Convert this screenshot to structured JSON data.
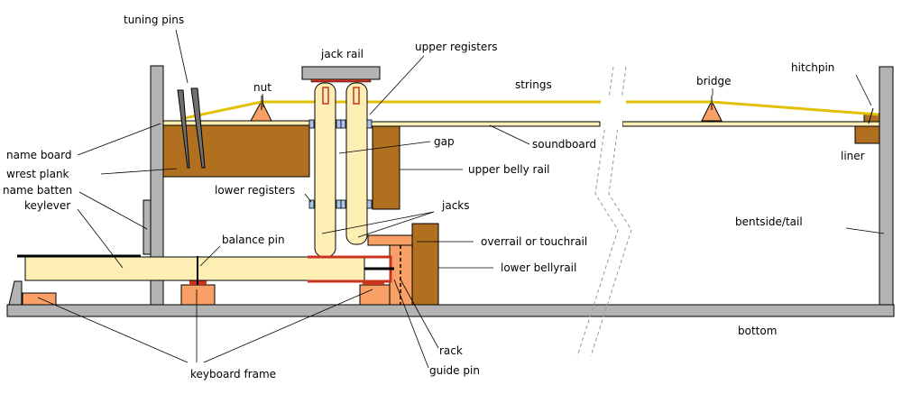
{
  "labels": {
    "tuning_pins": "tuning pins",
    "jack_rail": "jack rail",
    "upper_registers": "upper registers",
    "hitchpin": "hitchpin",
    "nut": "nut",
    "strings": "strings",
    "bridge": "bridge",
    "soundboard": "soundboard",
    "gap": "gap",
    "name_board": "name board",
    "wrest_plank": "wrest plank",
    "name_batten": "name batten",
    "keylever": "keylever",
    "upper_belly_rail": "upper belly rail",
    "lower_registers": "lower registers",
    "jacks": "jacks",
    "liner": "liner",
    "bentside_tail": "bentside/tail",
    "balance_pin": "balance pin",
    "overrail_or_touchrail": "overrail or touchrail",
    "lower_bellyrail": "lower bellyrail",
    "bottom": "bottom",
    "rack": "rack",
    "guide_pin": "guide pin",
    "keyboard_frame": "keyboard frame"
  },
  "colors": {
    "wood_brown": "#b07020",
    "pale_wood": "#fdeeb4",
    "orange": "#f9a066",
    "grey": "#b3b3b3",
    "string_yellow": "#e0c000",
    "red": "#c8341e",
    "register_blue": "#a9c4e8"
  }
}
